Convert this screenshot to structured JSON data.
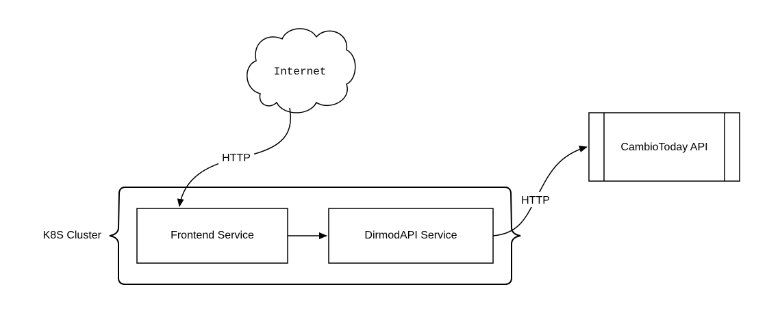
{
  "nodes": {
    "internet": {
      "label": "Internet",
      "shape": "cloud"
    },
    "cluster": {
      "label": "K8S Cluster",
      "shape": "curly-brace-group"
    },
    "frontend": {
      "label": "Frontend Service",
      "shape": "rectangle"
    },
    "dirmod": {
      "label": "DirmodAPI Service",
      "shape": "rectangle"
    },
    "external": {
      "label": "CambioToday API",
      "shape": "subprocess-rectangle"
    }
  },
  "edges": [
    {
      "from": "Internet",
      "to": "Frontend Service",
      "label": "HTTP"
    },
    {
      "from": "Frontend Service",
      "to": "DirmodAPI Service",
      "label": ""
    },
    {
      "from": "DirmodAPI Service",
      "to": "CambioToday API",
      "label": "HTTP"
    }
  ],
  "colors": {
    "stroke": "#000000",
    "fill": "#ffffff",
    "text": "#000000"
  }
}
